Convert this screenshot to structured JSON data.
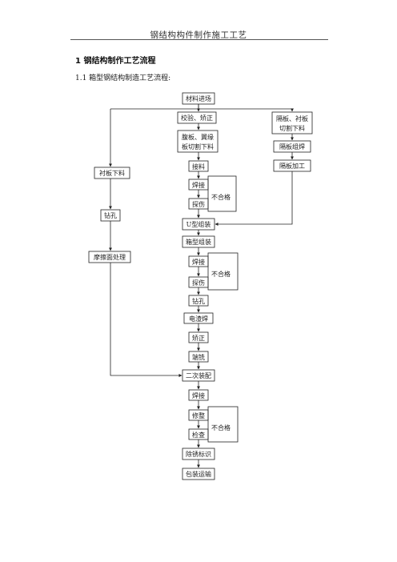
{
  "header": {
    "title": "钢结构构件制作施工工艺"
  },
  "section": {
    "title": "1  钢结构制作工艺流程",
    "subtitle": "1.1 箱型钢结构制造工艺流程:"
  },
  "flow": {
    "main": {
      "start": "材料进场",
      "check": "校验、矫正",
      "cut1": "腹板、翼缘",
      "cut2": "板切割下料",
      "splice": "接料",
      "weld1": "焊接",
      "inspect1": "探伤",
      "u_assembly": "U型组装",
      "box_assembly": "箱型组装",
      "weld2": "焊接",
      "inspect2": "探伤",
      "drill": "钻孔",
      "electroslag": "电渣焊",
      "straighten": "矫正",
      "end_mill": "端铣",
      "secondary_fit": "二次装配",
      "weld3": "焊接",
      "repair": "修整",
      "final_check": "检查",
      "mark": "除锈标识",
      "ship": "包装运输"
    },
    "left": {
      "liner": "衬板下料",
      "drill": "钻孔",
      "friction": "摩擦面处理"
    },
    "right": {
      "diaphragm_cut1": "隔板、衬板",
      "diaphragm_cut2": "切割下料",
      "diaphragm_assembly": "隔板组焊",
      "diaphragm_machine": "隔板加工"
    },
    "loops": {
      "fail1": "不合格",
      "fail2": "不合格",
      "fail3": "不合格"
    }
  }
}
